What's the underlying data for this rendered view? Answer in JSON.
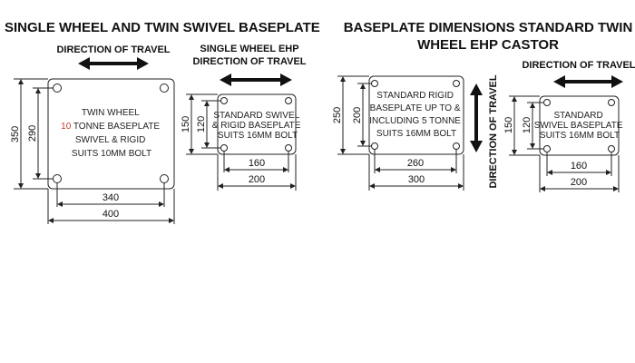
{
  "left_title": "SINGLE WHEEL AND TWIN SWIVEL BASEPLATE",
  "right_title": [
    "BASEPLATE DIMENSIONS STANDARD TWIN",
    "WHEEL EHP CASTOR"
  ],
  "plates": [
    {
      "heading": [
        "DIRECTION OF TRAVEL"
      ],
      "label": [
        "TWIN WHEEL",
        "10 TONNE BASEPLATE",
        "SWIVEL & RIGID",
        "SUITS 10MM BOLT"
      ],
      "label_highlight": "10",
      "outer_h": "350",
      "hole_h": "290",
      "hole_w": "340",
      "outer_w": "400"
    },
    {
      "heading": [
        "SINGLE WHEEL EHP",
        "DIRECTION OF TRAVEL"
      ],
      "label": [
        "STANDARD SWIVEL",
        "& RIGID BASEPLATE",
        "SUITS 16MM BOLT"
      ],
      "outer_h": "150",
      "hole_h": "120",
      "hole_w": "160",
      "outer_w": "200"
    },
    {
      "heading": [
        "DIRECTION OF TRAVEL"
      ],
      "label": [
        "STANDARD RIGID",
        "BASEPLATE UP TO  &",
        "INCLUDING 5 TONNE",
        "SUITS 16MM BOLT"
      ],
      "outer_h": "250",
      "hole_h": "200",
      "hole_w": "260",
      "outer_w": "300"
    },
    {
      "heading": [
        "DIRECTION OF TRAVEL"
      ],
      "label": [
        "STANDARD",
        "SWIVEL BASEPLATE",
        "SUITS 16MM BOLT"
      ],
      "outer_h": "150",
      "hole_h": "120",
      "hole_w": "160",
      "outer_w": "200"
    }
  ],
  "colors": {
    "highlight": "#c0392b",
    "line": "#222222"
  }
}
